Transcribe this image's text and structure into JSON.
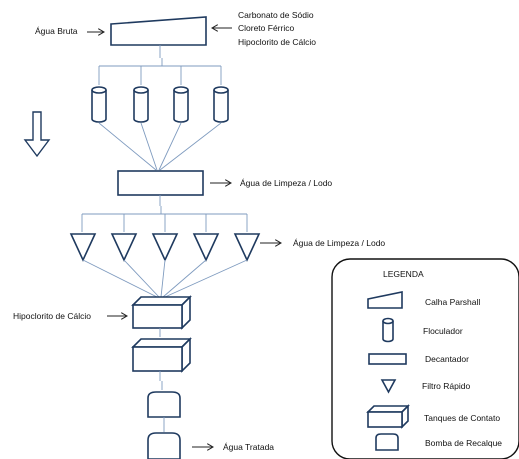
{
  "inputs": {
    "raw_water": "Água Bruta",
    "chemicals": [
      "Carbonato de Sódio",
      "Cloreto Férrico",
      "Hipoclorito de Cálcio"
    ],
    "chlorination": "Hipoclorito de Cálcio"
  },
  "outputs": {
    "sludge_decanter": "Água de Limpeza / Lodo",
    "sludge_filter": "Água de Limpeza / Lodo",
    "treated_water": "Água Tratada"
  },
  "legend": {
    "title": "LEGENDA",
    "items": [
      {
        "shape": "calha-parshall",
        "label": "Calha Parshall"
      },
      {
        "shape": "floculador",
        "label": "Floculador"
      },
      {
        "shape": "decantador",
        "label": "Decantador"
      },
      {
        "shape": "filtro-rapido",
        "label": "Filtro Rápido"
      },
      {
        "shape": "tanque-contato",
        "label": "Tanques de Contato"
      },
      {
        "shape": "bomba-recalque",
        "label": "Bomba de Recalque"
      }
    ]
  },
  "colors": {
    "shape_stroke": "#1f3a5f",
    "connector": "#7f9bbf",
    "text": "#111111"
  }
}
